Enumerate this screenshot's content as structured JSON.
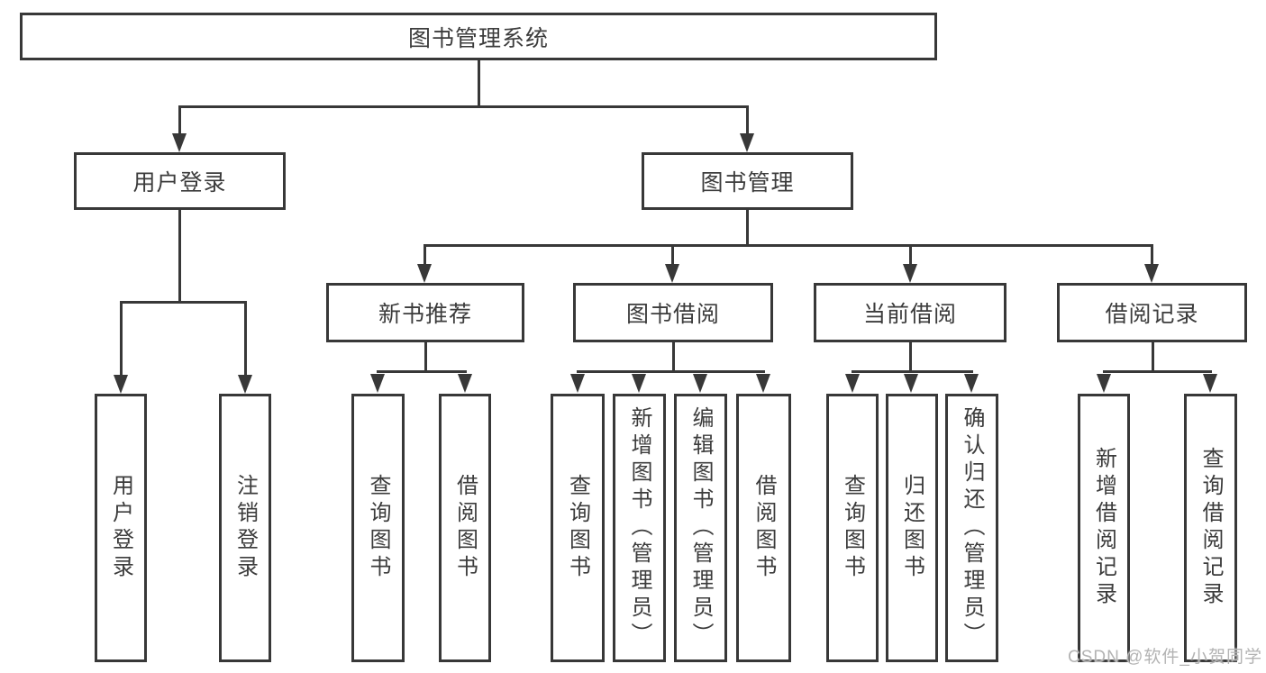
{
  "tree": {
    "label": "图书管理系统",
    "children": [
      {
        "label": "用户登录",
        "children": [
          {
            "label": "用户登录"
          },
          {
            "label": "注销登录"
          }
        ]
      },
      {
        "label": "图书管理",
        "children": [
          {
            "label": "新书推荐",
            "children": [
              {
                "label": "查询图书"
              },
              {
                "label": "借阅图书"
              }
            ]
          },
          {
            "label": "图书借阅",
            "children": [
              {
                "label": "查询图书"
              },
              {
                "label": "新增图书（管理员）"
              },
              {
                "label": "编辑图书（管理员）"
              },
              {
                "label": "借阅图书"
              }
            ]
          },
          {
            "label": "当前借阅",
            "children": [
              {
                "label": "查询图书"
              },
              {
                "label": "归还图书"
              },
              {
                "label": "确认归还（管理员）"
              }
            ]
          },
          {
            "label": "借阅记录",
            "children": [
              {
                "label": "新增借阅记录"
              },
              {
                "label": "查询借阅记录"
              }
            ]
          }
        ]
      }
    ]
  },
  "watermark": {
    "text": "CSDN @软件_小贺同学"
  },
  "colors": {
    "line": "#383838",
    "text": "#3c3c3c",
    "background": "#ffffff",
    "watermark": "#b3b3b3"
  }
}
